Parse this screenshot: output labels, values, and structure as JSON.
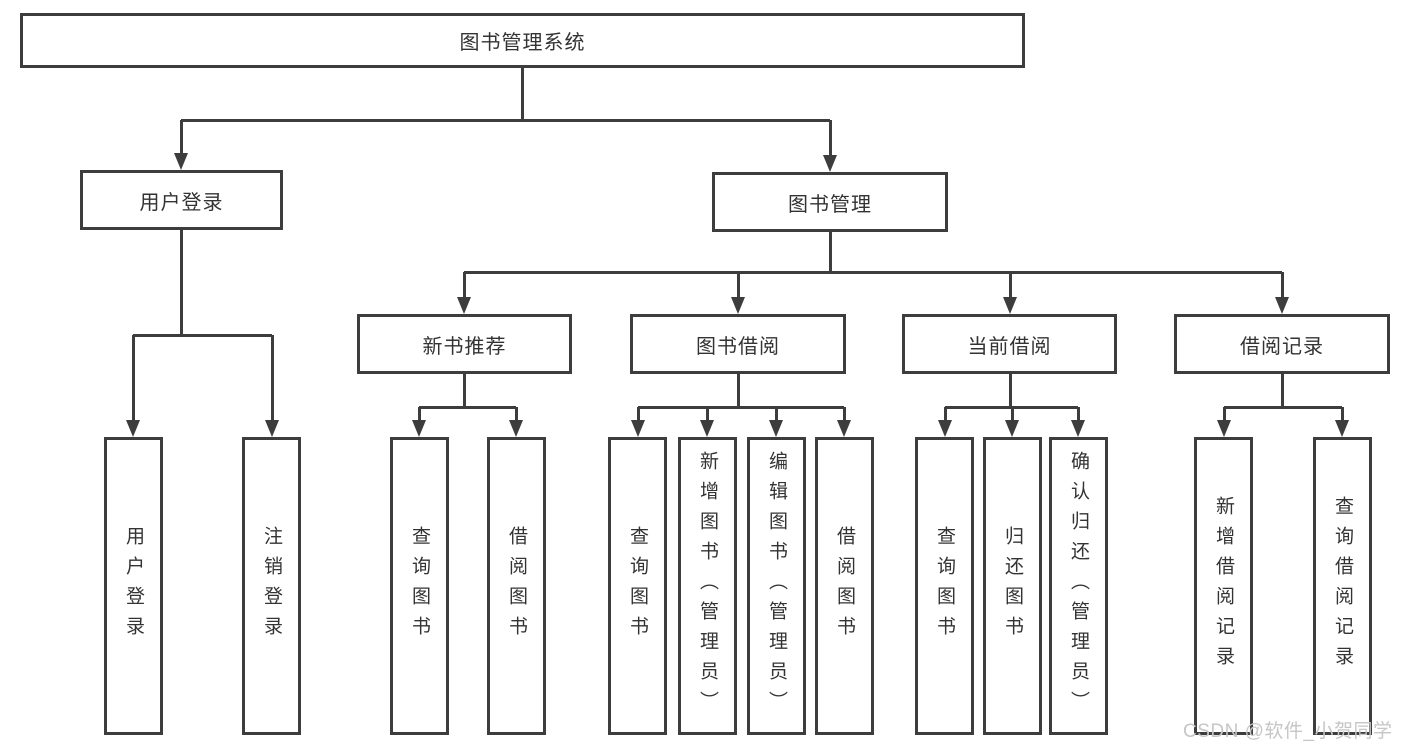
{
  "diagram": {
    "root": {
      "label": "图书管理系统"
    },
    "branches": [
      {
        "label": "用户登录",
        "children": [
          {
            "label": "用户登录"
          },
          {
            "label": "注销登录"
          }
        ]
      },
      {
        "label": "图书管理",
        "children": [
          {
            "label": "新书推荐",
            "children": [
              {
                "label": "查询图书"
              },
              {
                "label": "借阅图书"
              }
            ]
          },
          {
            "label": "图书借阅",
            "children": [
              {
                "label": "查询图书"
              },
              {
                "label": "新增图书（管理员）"
              },
              {
                "label": "编辑图书（管理员）"
              },
              {
                "label": "借阅图书"
              }
            ]
          },
          {
            "label": "当前借阅",
            "children": [
              {
                "label": "查询图书"
              },
              {
                "label": "归还图书"
              },
              {
                "label": "确认归还（管理员）"
              }
            ]
          },
          {
            "label": "借阅记录",
            "children": [
              {
                "label": "新增借阅记录"
              },
              {
                "label": "查询借阅记录"
              }
            ]
          }
        ]
      }
    ],
    "colors": {
      "line": "#3d3d3d",
      "text": "#333333",
      "watermark_text": "#c6c6c6",
      "background": "#ffffff"
    }
  },
  "watermark": {
    "text": "CSDN @软件_小贺同学"
  }
}
